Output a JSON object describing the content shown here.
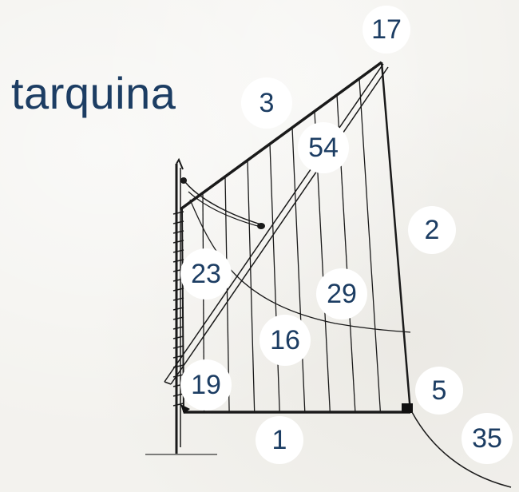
{
  "title": "tarquina",
  "diagram": {
    "type": "sail-rig",
    "callouts": [
      {
        "label": "17"
      },
      {
        "label": "3"
      },
      {
        "label": "54"
      },
      {
        "label": "2"
      },
      {
        "label": "23"
      },
      {
        "label": "29"
      },
      {
        "label": "16"
      },
      {
        "label": "19"
      },
      {
        "label": "5"
      },
      {
        "label": "1"
      },
      {
        "label": "35"
      }
    ]
  },
  "colors": {
    "text": "#1c3d63",
    "line": "#1a1a1a",
    "background": "#f3f2ee"
  }
}
